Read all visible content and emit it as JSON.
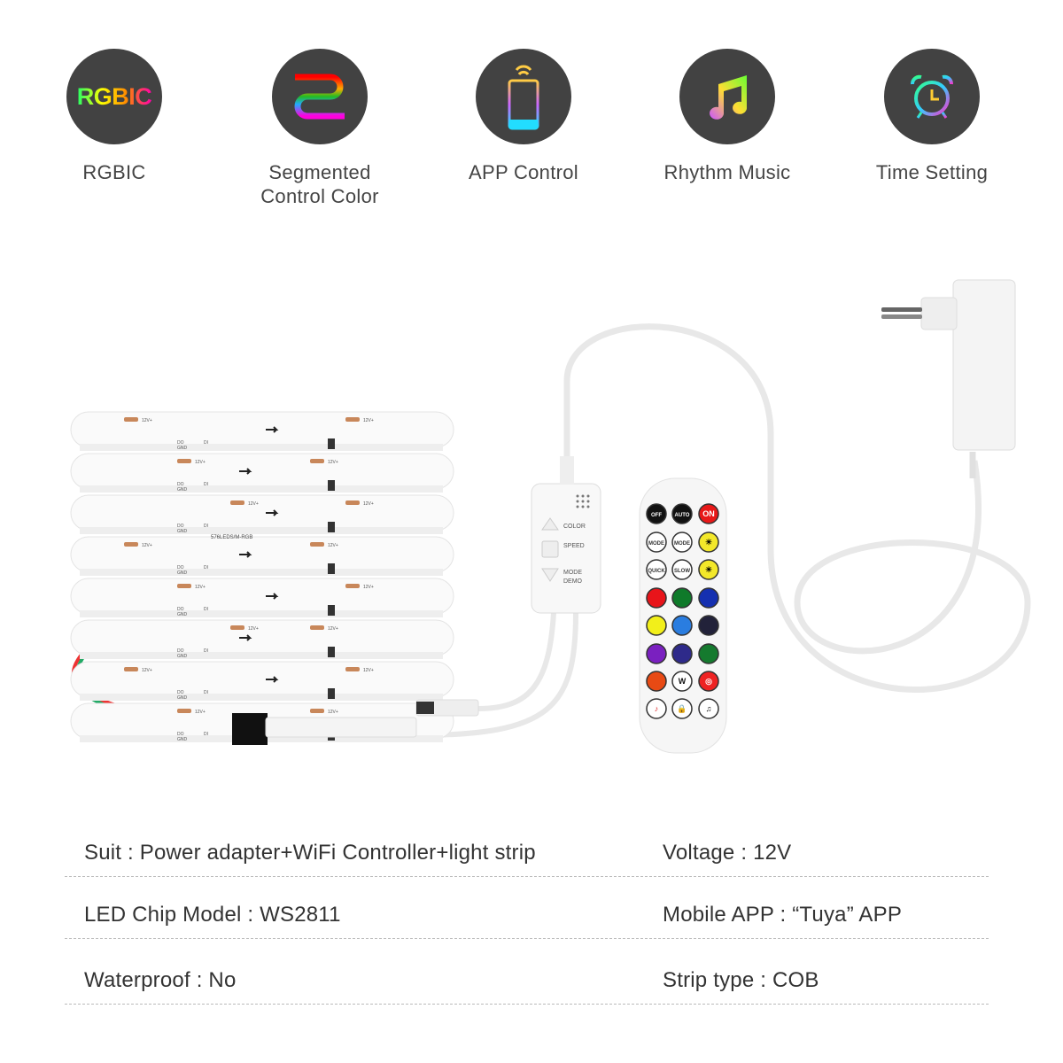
{
  "features": [
    {
      "icon": "rgbic-icon",
      "label": "RGBIC",
      "icon_text": "RGBIC"
    },
    {
      "icon": "segmented-strip-icon",
      "label_line1": "Segmented",
      "label_line2": "Control Color"
    },
    {
      "icon": "smartphone-wifi-icon",
      "label": "APP Control"
    },
    {
      "icon": "music-note-icon",
      "label": "Rhythm Music"
    },
    {
      "icon": "alarm-clock-icon",
      "label": "Time Setting"
    }
  ],
  "product": {
    "strip_labels": {
      "v": "12V+",
      "do": "DO",
      "di": "DI",
      "gnd": "GND",
      "model": "576LEDS/M-RGB"
    },
    "controller": {
      "color": "COLOR",
      "speed": "SPEED",
      "mode": "MODE",
      "demo": "DEMO"
    },
    "remote": {
      "top": [
        "OFF",
        "AUTO",
        "ON"
      ],
      "mode": "MODE",
      "quick": "QUICK",
      "slow": "SLOW",
      "white": "W",
      "colors": [
        "#e8141a",
        "#0f7a2a",
        "#1530b0",
        "#f2ef1a",
        "#2a7de0",
        "#22223a",
        "#7a20c0",
        "#2e2a8a",
        "#157a2e",
        "#e84a14"
      ],
      "on_color": "#e81818"
    }
  },
  "specs": [
    {
      "left": "Suit : Power adapter+WiFi Controller+light strip",
      "right": "Voltage : 12V"
    },
    {
      "left": "LED Chip Model : WS2811",
      "right": "Mobile APP : “Tuya” APP"
    },
    {
      "left": "Waterproof : No",
      "right": "Strip type : COB"
    }
  ]
}
